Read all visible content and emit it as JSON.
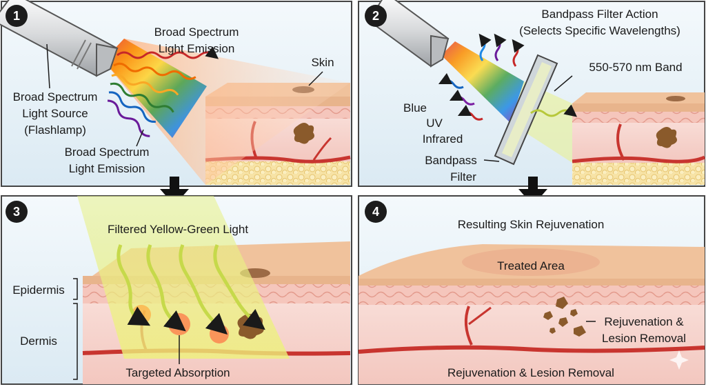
{
  "panel1": {
    "number": "1",
    "title_line1": "Broad Spectrum",
    "title_line2": "Light Emission",
    "source_line1": "Broad Spectrum",
    "source_line2": "Light Source",
    "source_line3": "(Flashlamp)",
    "emission_line1": "Broad Spectrum",
    "emission_line2": "Light Emission",
    "skin_label": "Skin"
  },
  "panel2": {
    "number": "2",
    "title_line1": "Bandpass Filter Action",
    "title_line2": "(Selects Specific Wavelengths)",
    "band_label": "550-570 nm Band",
    "blue_label": "Blue",
    "uv_label": "UV",
    "infrared_label": "Infrared",
    "filter_line1": "Bandpass",
    "filter_line2": "Filter"
  },
  "panel3": {
    "number": "3",
    "title": "Filtered Yellow-Green Light",
    "epidermis_label": "Epidermis",
    "dermis_label": "Dermis",
    "absorption_label": "Targeted Absorption"
  },
  "panel4": {
    "number": "4",
    "title": "Resulting Skin Rejuvenation",
    "treated_label": "Treated Area",
    "removal_line1": "Rejuvenation &",
    "removal_line2": "Lesion Removal",
    "bottom_label": "Rejuvenation & Lesion Removal"
  },
  "colors": {
    "panel_sky": "#e4f1f9",
    "skin_surface": "#f2c9a3",
    "dermis": "#f6d2cc",
    "vessel": "#c8352f",
    "lesion": "#8a5a2b",
    "yellow_green_light": "#d8e85a",
    "badge": "#1c1c1c"
  }
}
